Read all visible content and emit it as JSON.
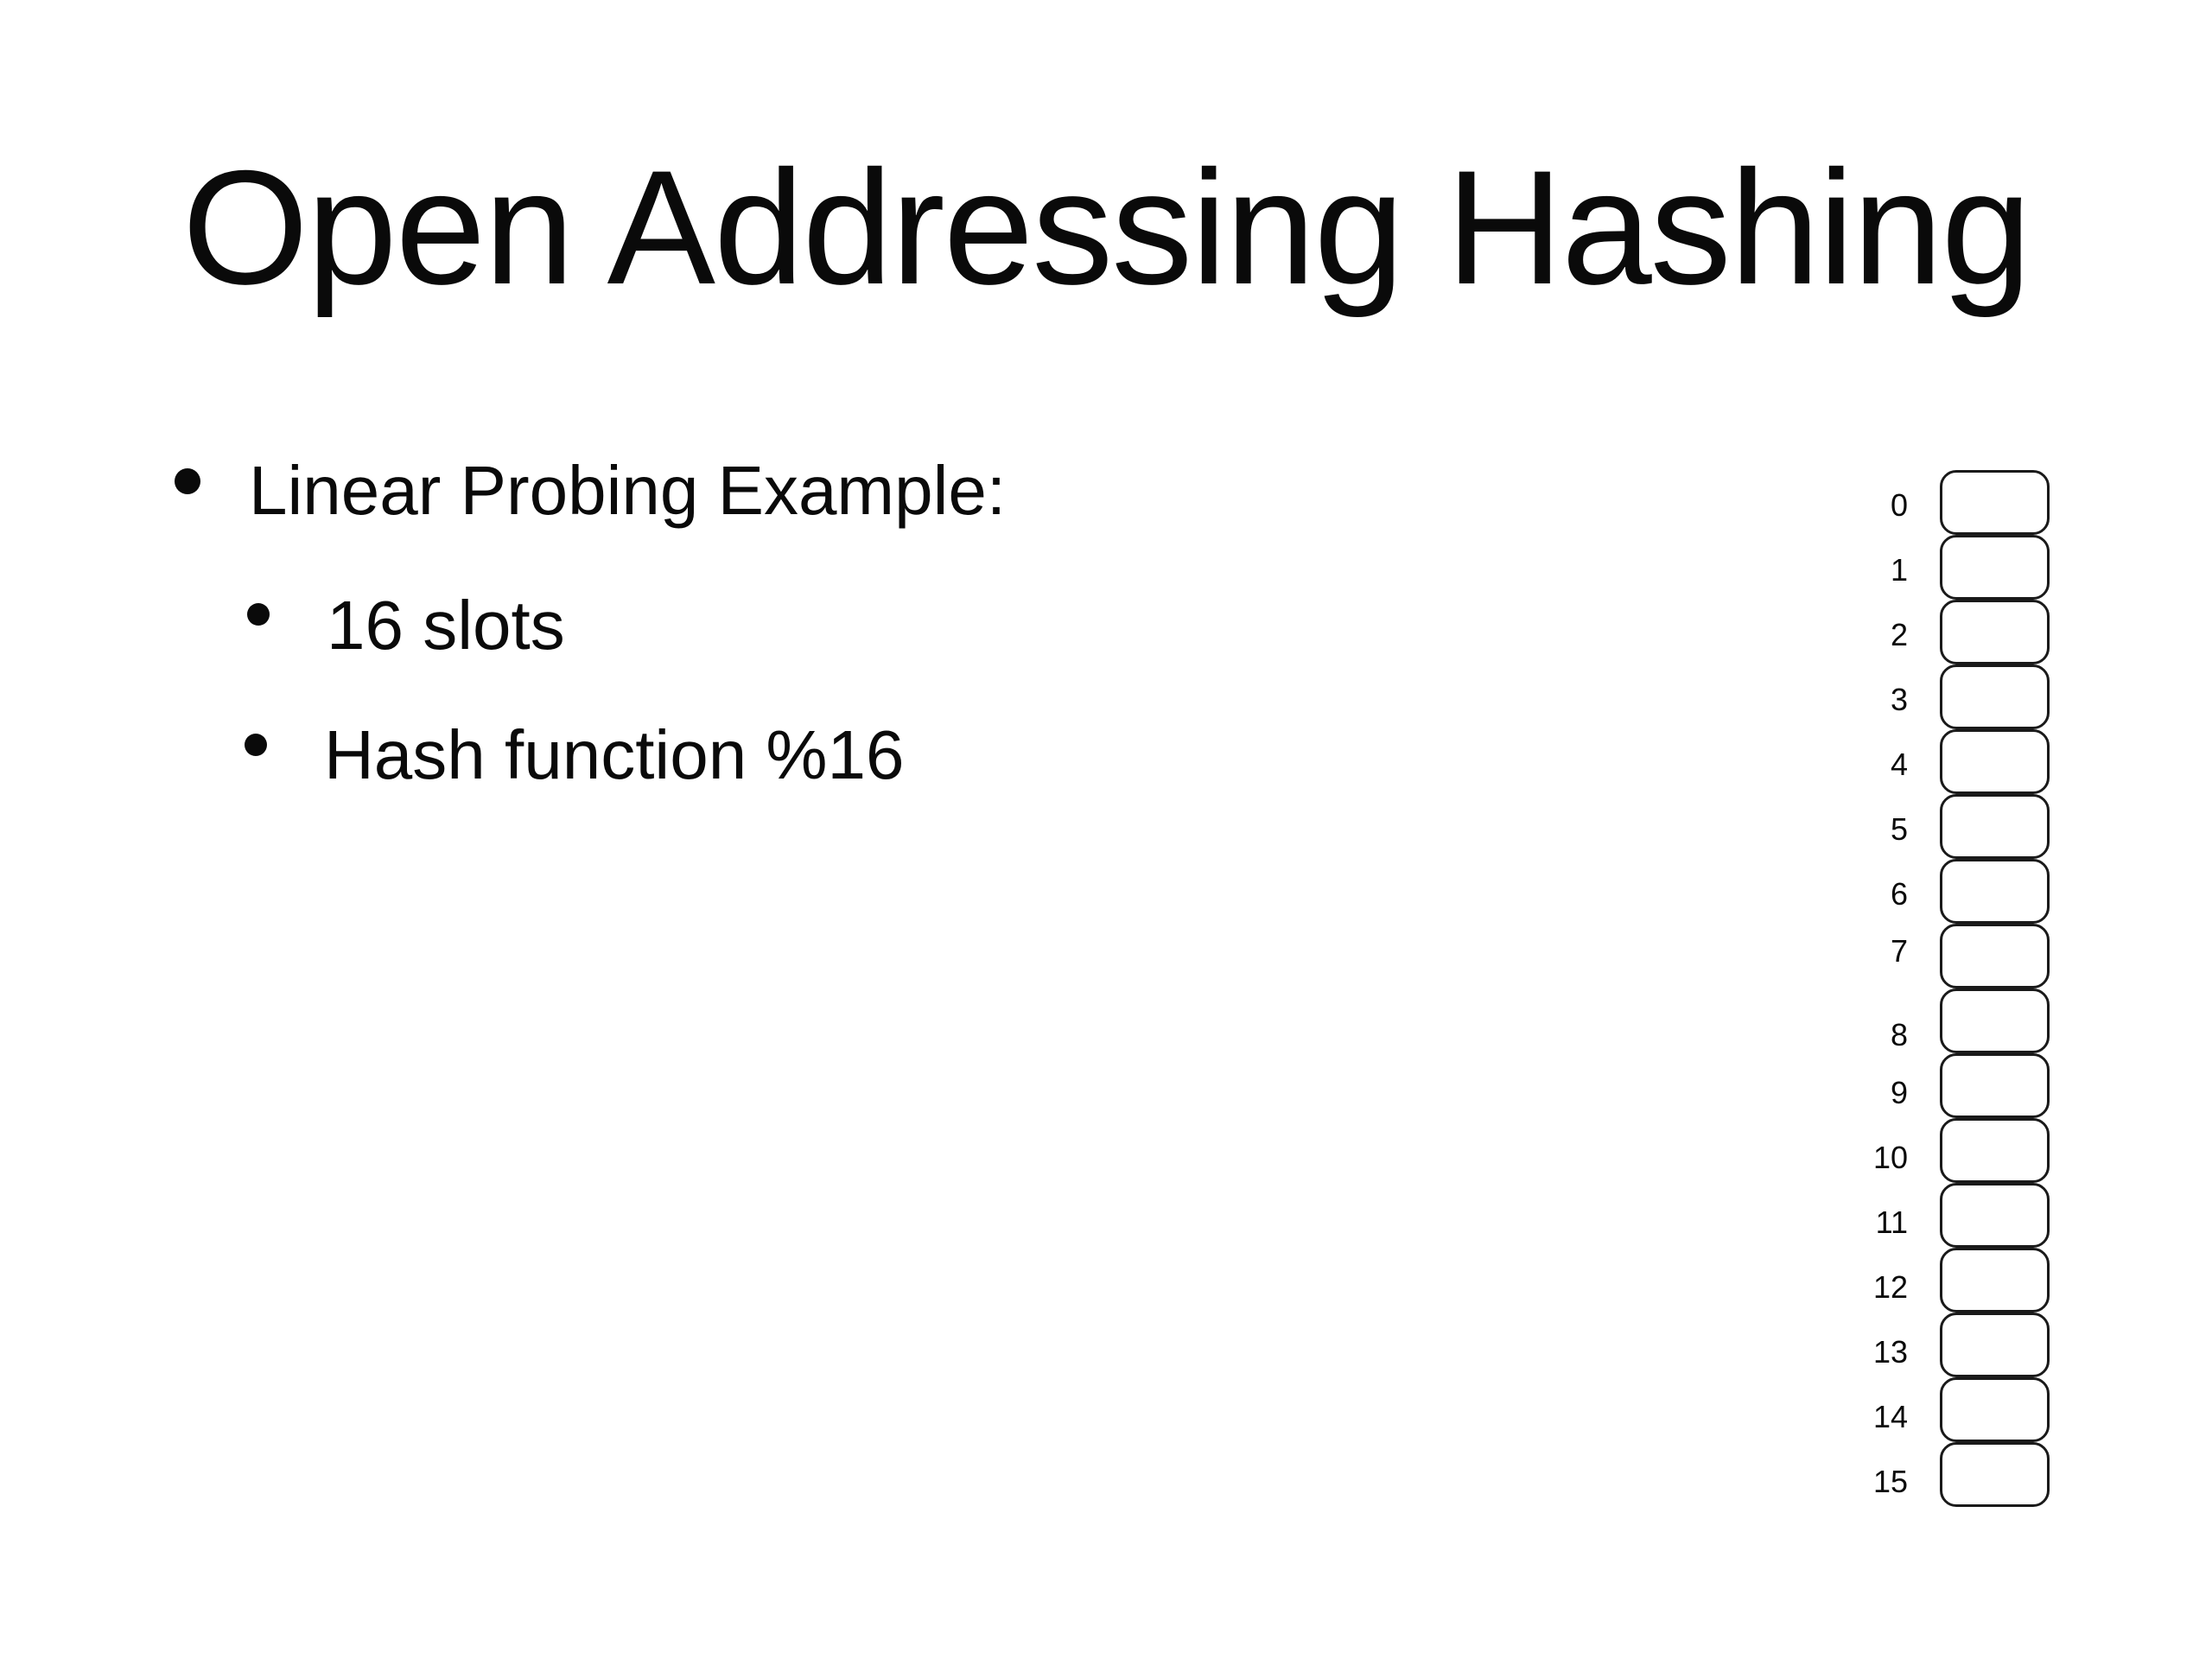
{
  "slide": {
    "title": "Open Addressing Hashing",
    "bullets": [
      {
        "level": 1,
        "label": "Linear Probing Example:"
      },
      {
        "level": 2,
        "label": "16 slots"
      },
      {
        "level": 2,
        "label": "Hash function %16"
      }
    ],
    "hash_table": {
      "slot_count": 16,
      "slot_labels": [
        "0",
        "1",
        "2",
        "3",
        "4",
        "5",
        "6",
        "7",
        "8",
        "9",
        "10",
        "11",
        "12",
        "13",
        "14",
        "15"
      ],
      "slot_values": [
        "",
        "",
        "",
        "",
        "",
        "",
        "",
        "",
        "",
        "",
        "",
        "",
        "",
        "",
        "",
        ""
      ]
    },
    "colors": {
      "background": "#ffffff",
      "text": "#0a0a0a",
      "slot_border": "#1a1a1a",
      "slot_fill": "#ffffff"
    }
  }
}
